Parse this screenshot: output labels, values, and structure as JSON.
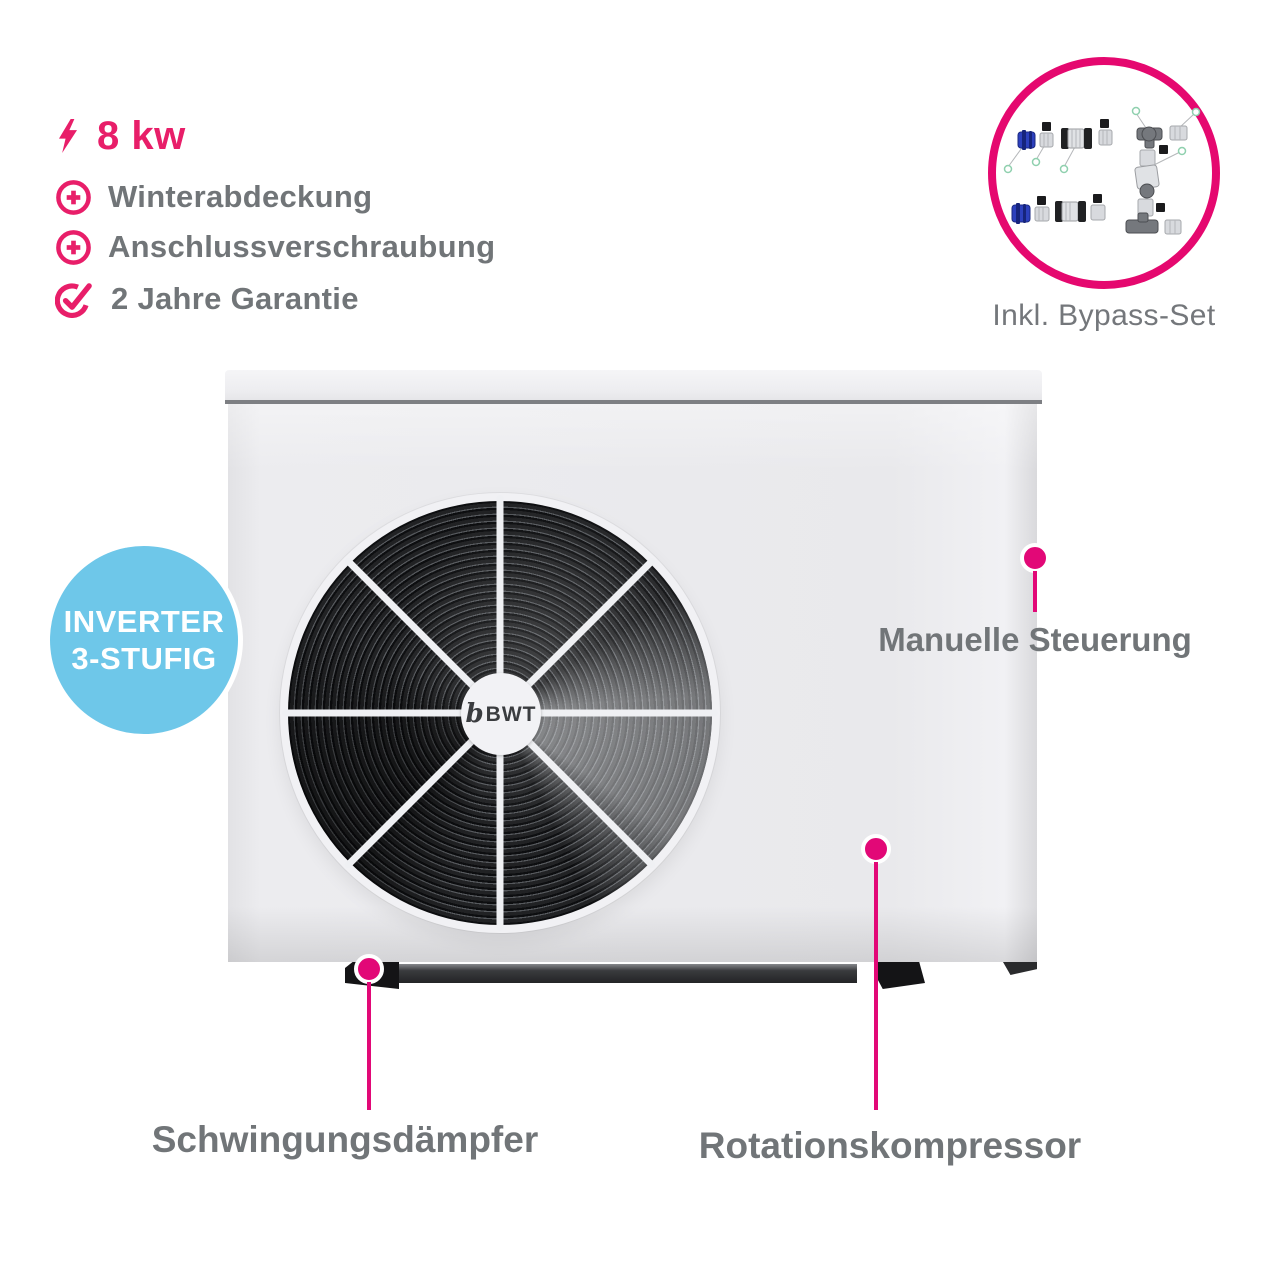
{
  "features": [
    {
      "icon": "lightning-icon",
      "label": "8 kw"
    },
    {
      "icon": "plus-circle-icon",
      "label": "Winterabdeckung"
    },
    {
      "icon": "plus-circle-icon",
      "label": "Anschlussverschraubung"
    },
    {
      "icon": "check-circle-icon",
      "label": "2 Jahre Garantie"
    }
  ],
  "bypass": {
    "caption": "Inkl. Bypass-Set"
  },
  "badge": {
    "line1": "INVERTER",
    "line2": "3-STUFIG"
  },
  "device": {
    "logo_prefix": "b",
    "brand": "BWT"
  },
  "callouts": {
    "manual": {
      "label": "Manuelle Steuerung"
    },
    "damper": {
      "label": "Schwingungsdämpfer"
    },
    "compressor": {
      "label": "Rotationskompressor"
    }
  },
  "colors": {
    "feature_pink": "#e81e69",
    "callout_pink": "#e20877",
    "bypass_ring_pink": "#e5086f",
    "badge_blue": "#6ec7e9",
    "text_gray": "#717578"
  }
}
